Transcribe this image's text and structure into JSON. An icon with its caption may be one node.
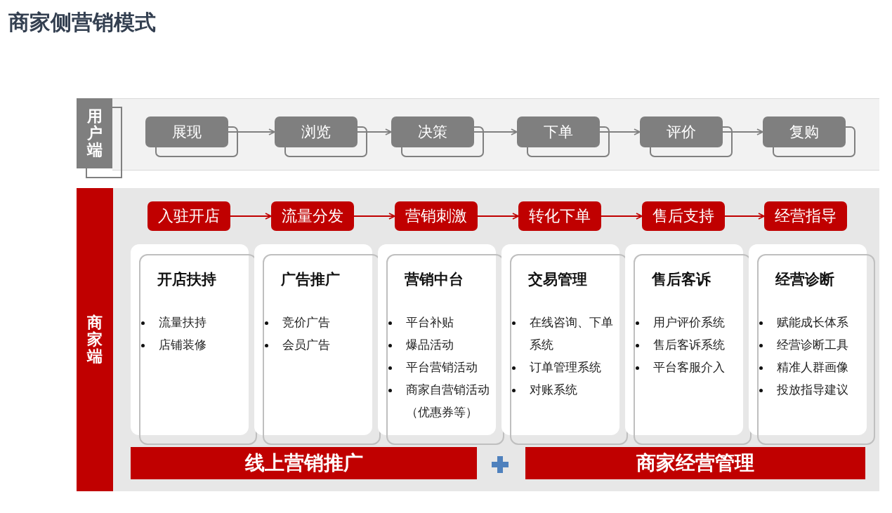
{
  "diagram": {
    "title": "商家侧营销模式",
    "nodes": [
      {
        "text": [
          "用户端"
        ]
      },
      {
        "text": [
          "展现"
        ]
      },
      {
        "text": [
          "浏览"
        ]
      },
      {
        "text": [
          "决策"
        ]
      },
      {
        "text": [
          "下单"
        ]
      },
      {
        "text": [
          "评价"
        ]
      },
      {
        "text": [
          "复购"
        ]
      },
      {
        "text": [
          "商家端"
        ]
      },
      {
        "text": [
          "入驻开店"
        ]
      },
      {
        "text": [
          "流量分发"
        ]
      },
      {
        "text": [
          "营销刺激"
        ]
      },
      {
        "text": [
          "转化下单"
        ]
      },
      {
        "text": [
          "售后支持"
        ]
      },
      {
        "text": [
          "经营指导"
        ]
      },
      {
        "text": [
          "开店扶持",
          "流量扶持",
          "店铺装修"
        ]
      },
      {
        "text": [
          "广告推广",
          "竞价广告",
          "会员广告"
        ]
      },
      {
        "text": [
          "营销中台",
          "平台补贴",
          "爆品活动",
          "平台营销活动",
          "商家自营销活动（优惠券等）"
        ]
      },
      {
        "text": [
          "交易管理",
          "在线咨询、下单系统",
          "订单管理系统",
          "对账系统"
        ]
      },
      {
        "text": [
          "售后客诉",
          "用户评价系统",
          "售后客诉系统",
          "平台客服介入"
        ]
      },
      {
        "text": [
          "经营诊断",
          "赋能成长体系",
          "经营诊断工具",
          "精准人群画像",
          "投放指导建议"
        ]
      },
      {
        "text": [
          "线上营销推广"
        ]
      },
      {
        "text": [
          "商家经营管理"
        ]
      }
    ],
    "edges": [
      {
        "from": 1,
        "to": 2,
        "arrow": "to",
        "color": "#808080"
      },
      {
        "from": 2,
        "to": 3,
        "arrow": "to",
        "color": "#808080"
      },
      {
        "from": 3,
        "to": 4,
        "arrow": "to",
        "color": "#808080"
      },
      {
        "from": 4,
        "to": 5,
        "arrow": "to",
        "color": "#808080"
      },
      {
        "from": 5,
        "to": 6,
        "arrow": "to",
        "color": "#808080"
      },
      {
        "from": 8,
        "to": 9,
        "arrow": "to",
        "color": "#c00000"
      },
      {
        "from": 9,
        "to": 10,
        "arrow": "to",
        "color": "#c00000"
      },
      {
        "from": 10,
        "to": 11,
        "arrow": "to",
        "color": "#c00000"
      },
      {
        "from": 11,
        "to": 12,
        "arrow": "to",
        "color": "#c00000"
      },
      {
        "from": 12,
        "to": 13,
        "arrow": "to",
        "color": "#c00000"
      }
    ]
  }
}
